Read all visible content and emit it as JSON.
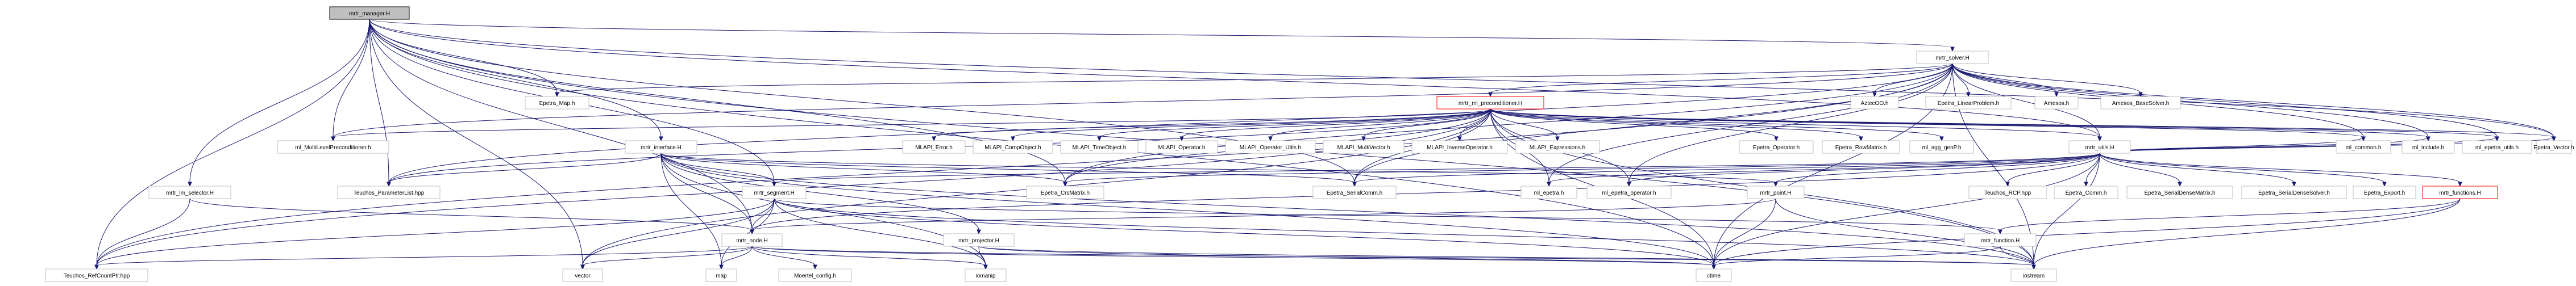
{
  "diagram": {
    "type": "include-dependency-graph",
    "root": "mrtr_manager.H",
    "nodes": [
      {
        "id": "mrtr_manager",
        "label": "mrtr_manager.H",
        "style": "root"
      },
      {
        "id": "mrtr_solver",
        "label": "mrtr_solver.H",
        "style": "normal"
      },
      {
        "id": "mrtr_ml_preconditioner",
        "label": "mrtr_ml_preconditioner.H",
        "style": "red"
      },
      {
        "id": "epetra_map",
        "label": "Epetra_Map.h",
        "style": "normal"
      },
      {
        "id": "aztecoo",
        "label": "AztecOO.h",
        "style": "normal"
      },
      {
        "id": "epetra_linearproblem",
        "label": "Epetra_LinearProblem.h",
        "style": "normal"
      },
      {
        "id": "amesos",
        "label": "Amesos.h",
        "style": "normal"
      },
      {
        "id": "amesos_basesolver",
        "label": "Amesos_BaseSolver.h",
        "style": "normal"
      },
      {
        "id": "ml_multilevelpreconditioner",
        "label": "ml_MultiLevelPreconditioner.h",
        "style": "normal"
      },
      {
        "id": "mrtr_interface",
        "label": "mrtr_interface.H",
        "style": "normal"
      },
      {
        "id": "mlapi_error",
        "label": "MLAPI_Error.h",
        "style": "normal"
      },
      {
        "id": "mlapi_compobject",
        "label": "MLAPI_CompObject.h",
        "style": "normal"
      },
      {
        "id": "mlapi_timeobject",
        "label": "MLAPI_TimeObject.h",
        "style": "normal"
      },
      {
        "id": "mlapi_operator",
        "label": "MLAPI_Operator.h",
        "style": "normal"
      },
      {
        "id": "mlapi_operator_utils",
        "label": "MLAPI_Operator_Utils.h",
        "style": "normal"
      },
      {
        "id": "mlapi_multivector",
        "label": "MLAPI_MultiVector.h",
        "style": "normal"
      },
      {
        "id": "mlapi_inverseoperator",
        "label": "MLAPI_InverseOperator.h",
        "style": "normal"
      },
      {
        "id": "mlapi_expressions",
        "label": "MLAPI_Expressions.h",
        "style": "normal"
      },
      {
        "id": "epetra_operator",
        "label": "Epetra_Operator.h",
        "style": "normal"
      },
      {
        "id": "epetra_rowmatrix",
        "label": "Epetra_RowMatrix.h",
        "style": "normal"
      },
      {
        "id": "ml_agg_genp",
        "label": "ml_agg_genP.h",
        "style": "normal"
      },
      {
        "id": "mrtr_utils",
        "label": "mrtr_utils.H",
        "style": "normal"
      },
      {
        "id": "mrtr_lm_selector",
        "label": "mrtr_lm_selector.H",
        "style": "normal"
      },
      {
        "id": "teuchos_parameterlist",
        "label": "Teuchos_ParameterList.hpp",
        "style": "normal"
      },
      {
        "id": "epetra_crsmatrix",
        "label": "Epetra_CrsMatrix.h",
        "style": "normal"
      },
      {
        "id": "epetra_serialcomm",
        "label": "Epetra_SerialComm.h",
        "style": "normal"
      },
      {
        "id": "mrtr_segment",
        "label": "mrtr_segment.H",
        "style": "normal"
      },
      {
        "id": "ml_epetra",
        "label": "ml_epetra.h",
        "style": "normal"
      },
      {
        "id": "ml_epetra_operator",
        "label": "ml_epetra_operator.h",
        "style": "normal"
      },
      {
        "id": "mrtr_point",
        "label": "mrtr_point.H",
        "style": "normal"
      },
      {
        "id": "teuchos_rcp",
        "label": "Teuchos_RCP.hpp",
        "style": "normal"
      },
      {
        "id": "epetra_comm",
        "label": "Epetra_Comm.h",
        "style": "normal"
      },
      {
        "id": "epetra_serialdensematrix",
        "label": "Epetra_SerialDenseMatrix.h",
        "style": "normal"
      },
      {
        "id": "epetra_serialdensesolver",
        "label": "Epetra_SerialDenseSolver.h",
        "style": "normal"
      },
      {
        "id": "epetra_export",
        "label": "Epetra_Export.h",
        "style": "normal"
      },
      {
        "id": "mrtr_functions",
        "label": "mrtr_functions.H",
        "style": "red"
      },
      {
        "id": "ml_common",
        "label": "ml_common.h",
        "style": "normal"
      },
      {
        "id": "ml_include",
        "label": "ml_include.h",
        "style": "normal"
      },
      {
        "id": "ml_epetra_utils",
        "label": "ml_epetra_utils.h",
        "style": "normal"
      },
      {
        "id": "epetra_vector",
        "label": "Epetra_Vector.h",
        "style": "normal"
      },
      {
        "id": "mrtr_node",
        "label": "mrtr_node.H",
        "style": "normal"
      },
      {
        "id": "mrtr_projector",
        "label": "mrtr_projector.H",
        "style": "normal"
      },
      {
        "id": "mrtr_function",
        "label": "mrtr_function.H",
        "style": "normal"
      },
      {
        "id": "teuchos_refcountptr",
        "label": "Teuchos_RefCountPtr.hpp",
        "style": "normal"
      },
      {
        "id": "vector",
        "label": "vector",
        "style": "normal"
      },
      {
        "id": "map",
        "label": "map",
        "style": "normal"
      },
      {
        "id": "moertel_config",
        "label": "Moertel_config.h",
        "style": "normal"
      },
      {
        "id": "iomanip",
        "label": "iomanip",
        "style": "normal"
      },
      {
        "id": "ctime",
        "label": "ctime",
        "style": "normal"
      },
      {
        "id": "iostream",
        "label": "iostream",
        "style": "normal"
      }
    ],
    "edges": [
      [
        "mrtr_manager",
        "mrtr_solver"
      ],
      [
        "mrtr_manager",
        "epetra_map"
      ],
      [
        "mrtr_manager",
        "mrtr_interface"
      ],
      [
        "mrtr_manager",
        "mrtr_lm_selector"
      ],
      [
        "mrtr_manager",
        "teuchos_parameterlist"
      ],
      [
        "mrtr_manager",
        "epetra_crsmatrix"
      ],
      [
        "mrtr_manager",
        "epetra_serialcomm"
      ],
      [
        "mrtr_manager",
        "mrtr_utils"
      ],
      [
        "mrtr_manager",
        "ml_multilevelpreconditioner"
      ],
      [
        "mrtr_manager",
        "mrtr_segment"
      ],
      [
        "mrtr_manager",
        "mrtr_node"
      ],
      [
        "mrtr_manager",
        "teuchos_refcountptr"
      ],
      [
        "mrtr_manager",
        "vector"
      ],
      [
        "mrtr_manager",
        "epetra_vector"
      ],
      [
        "mrtr_manager",
        "ctime"
      ],
      [
        "mrtr_manager",
        "iostream"
      ],
      [
        "mrtr_solver",
        "epetra_map"
      ],
      [
        "mrtr_solver",
        "aztecoo"
      ],
      [
        "mrtr_solver",
        "epetra_linearproblem"
      ],
      [
        "mrtr_solver",
        "amesos"
      ],
      [
        "mrtr_solver",
        "amesos_basesolver"
      ],
      [
        "mrtr_solver",
        "mrtr_ml_preconditioner"
      ],
      [
        "mrtr_solver",
        "ml_multilevelpreconditioner"
      ],
      [
        "mrtr_solver",
        "teuchos_parameterlist"
      ],
      [
        "mrtr_solver",
        "epetra_crsmatrix"
      ],
      [
        "mrtr_solver",
        "epetra_serialcomm"
      ],
      [
        "mrtr_solver",
        "mrtr_utils"
      ],
      [
        "mrtr_solver",
        "ml_epetra"
      ],
      [
        "mrtr_solver",
        "ml_epetra_operator"
      ],
      [
        "mrtr_solver",
        "ml_common"
      ],
      [
        "mrtr_solver",
        "ml_include"
      ],
      [
        "mrtr_solver",
        "ml_epetra_utils"
      ],
      [
        "mrtr_solver",
        "epetra_vector"
      ],
      [
        "mrtr_solver",
        "teuchos_refcountptr"
      ],
      [
        "mrtr_solver",
        "ctime"
      ],
      [
        "mrtr_solver",
        "iostream"
      ],
      [
        "mrtr_ml_preconditioner",
        "ml_multilevelpreconditioner"
      ],
      [
        "mrtr_ml_preconditioner",
        "mlapi_error"
      ],
      [
        "mrtr_ml_preconditioner",
        "mlapi_compobject"
      ],
      [
        "mrtr_ml_preconditioner",
        "mlapi_timeobject"
      ],
      [
        "mrtr_ml_preconditioner",
        "mlapi_operator"
      ],
      [
        "mrtr_ml_preconditioner",
        "mlapi_operator_utils"
      ],
      [
        "mrtr_ml_preconditioner",
        "mlapi_multivector"
      ],
      [
        "mrtr_ml_preconditioner",
        "mlapi_inverseoperator"
      ],
      [
        "mrtr_ml_preconditioner",
        "mlapi_expressions"
      ],
      [
        "mrtr_ml_preconditioner",
        "epetra_operator"
      ],
      [
        "mrtr_ml_preconditioner",
        "epetra_rowmatrix"
      ],
      [
        "mrtr_ml_preconditioner",
        "ml_agg_genp"
      ],
      [
        "mrtr_ml_preconditioner",
        "mrtr_utils"
      ],
      [
        "mrtr_ml_preconditioner",
        "teuchos_parameterlist"
      ],
      [
        "mrtr_ml_preconditioner",
        "epetra_crsmatrix"
      ],
      [
        "mrtr_ml_preconditioner",
        "epetra_serialcomm"
      ],
      [
        "mrtr_ml_preconditioner",
        "ml_epetra"
      ],
      [
        "mrtr_ml_preconditioner",
        "ml_epetra_operator"
      ],
      [
        "mrtr_ml_preconditioner",
        "ml_common"
      ],
      [
        "mrtr_ml_preconditioner",
        "ml_include"
      ],
      [
        "mrtr_ml_preconditioner",
        "ml_epetra_utils"
      ],
      [
        "mrtr_ml_preconditioner",
        "epetra_vector"
      ],
      [
        "mrtr_ml_preconditioner",
        "teuchos_refcountptr"
      ],
      [
        "mrtr_ml_preconditioner",
        "vector"
      ],
      [
        "mrtr_ml_preconditioner",
        "ctime"
      ],
      [
        "mrtr_ml_preconditioner",
        "iostream"
      ],
      [
        "mrtr_interface",
        "teuchos_parameterlist"
      ],
      [
        "mrtr_interface",
        "epetra_crsmatrix"
      ],
      [
        "mrtr_interface",
        "epetra_serialcomm"
      ],
      [
        "mrtr_interface",
        "mrtr_segment"
      ],
      [
        "mrtr_interface",
        "mrtr_node"
      ],
      [
        "mrtr_interface",
        "mrtr_projector"
      ],
      [
        "mrtr_interface",
        "mrtr_point"
      ],
      [
        "mrtr_interface",
        "map"
      ],
      [
        "mrtr_interface",
        "iomanip"
      ],
      [
        "mrtr_interface",
        "ctime"
      ],
      [
        "mrtr_interface",
        "iostream"
      ],
      [
        "mrtr_utils",
        "teuchos_rcp"
      ],
      [
        "mrtr_utils",
        "epetra_comm"
      ],
      [
        "mrtr_utils",
        "epetra_serialdensematrix"
      ],
      [
        "mrtr_utils",
        "epetra_serialdensesolver"
      ],
      [
        "mrtr_utils",
        "epetra_export"
      ],
      [
        "mrtr_utils",
        "mrtr_functions"
      ],
      [
        "mrtr_utils",
        "ml_common"
      ],
      [
        "mrtr_utils",
        "ml_include"
      ],
      [
        "mrtr_utils",
        "ml_epetra_utils"
      ],
      [
        "mrtr_utils",
        "epetra_vector"
      ],
      [
        "mrtr_utils",
        "epetra_crsmatrix"
      ],
      [
        "mrtr_utils",
        "epetra_serialcomm"
      ],
      [
        "mrtr_utils",
        "ml_epetra"
      ],
      [
        "mrtr_utils",
        "ml_epetra_operator"
      ],
      [
        "mrtr_utils",
        "mrtr_segment"
      ],
      [
        "mrtr_utils",
        "mrtr_point"
      ],
      [
        "mrtr_utils",
        "mrtr_node"
      ],
      [
        "mrtr_utils",
        "ctime"
      ],
      [
        "mrtr_utils",
        "iostream"
      ],
      [
        "mrtr_functions",
        "mrtr_function"
      ],
      [
        "mrtr_functions",
        "ctime"
      ],
      [
        "mrtr_functions",
        "iostream"
      ],
      [
        "mrtr_lm_selector",
        "teuchos_refcountptr"
      ],
      [
        "mrtr_lm_selector",
        "mrtr_node"
      ],
      [
        "mrtr_segment",
        "mrtr_node"
      ],
      [
        "mrtr_segment",
        "mrtr_function"
      ],
      [
        "mrtr_segment",
        "teuchos_refcountptr"
      ],
      [
        "mrtr_segment",
        "vector"
      ],
      [
        "mrtr_segment",
        "map"
      ],
      [
        "mrtr_segment",
        "iomanip"
      ],
      [
        "mrtr_segment",
        "ctime"
      ],
      [
        "mrtr_segment",
        "iostream"
      ],
      [
        "mrtr_point",
        "mrtr_node"
      ],
      [
        "mrtr_point",
        "ctime"
      ],
      [
        "mrtr_point",
        "iostream"
      ],
      [
        "mrtr_node",
        "teuchos_refcountptr"
      ],
      [
        "mrtr_node",
        "vector"
      ],
      [
        "mrtr_node",
        "map"
      ],
      [
        "mrtr_node",
        "moertel_config"
      ],
      [
        "mrtr_node",
        "iomanip"
      ],
      [
        "mrtr_node",
        "ctime"
      ],
      [
        "mrtr_node",
        "iostream"
      ],
      [
        "mrtr_projector",
        "iomanip"
      ],
      [
        "mrtr_projector",
        "ctime"
      ],
      [
        "mrtr_projector",
        "iostream"
      ],
      [
        "mrtr_function",
        "ctime"
      ],
      [
        "mrtr_function",
        "iostream"
      ]
    ],
    "colors": {
      "edge": "#191970",
      "node_border": "#bfbfbf",
      "root_fill": "#bfbfbf",
      "highlight_border": "#ff0000"
    }
  }
}
